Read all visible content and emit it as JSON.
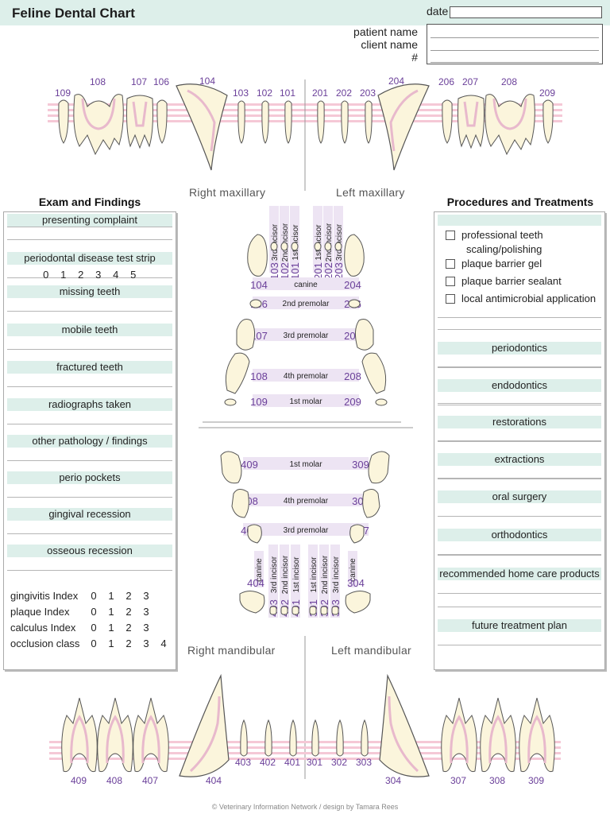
{
  "header": {
    "title": "Feline Dental Chart",
    "date_label": "date",
    "patient_name_label": "patient name",
    "client_name_label": "client name",
    "number_label": "#"
  },
  "regions": {
    "right_maxillary": "Right maxillary",
    "left_maxillary": "Left maxillary",
    "right_mandibular": "Right mandibular",
    "left_mandibular": "Left mandibular"
  },
  "upper_teeth_numbers": [
    "109",
    "108",
    "107",
    "106",
    "104",
    "103",
    "102",
    "101",
    "201",
    "202",
    "203",
    "204",
    "206",
    "207",
    "208",
    "209"
  ],
  "lower_teeth_numbers": [
    "409",
    "408",
    "407",
    "404",
    "403",
    "402",
    "401",
    "301",
    "302",
    "303",
    "304",
    "307",
    "308",
    "309"
  ],
  "occlusal_upper": {
    "incisors_right": [
      {
        "num": "103",
        "label": "3rd incisor"
      },
      {
        "num": "102",
        "label": "2nd incisor"
      },
      {
        "num": "101",
        "label": "1st incisor"
      }
    ],
    "incisors_left": [
      {
        "num": "201",
        "label": "1st incisor"
      },
      {
        "num": "202",
        "label": "2nd incisor"
      },
      {
        "num": "203",
        "label": "3rd incisor"
      }
    ],
    "rows": [
      {
        "left": "104",
        "label": "canine",
        "right": "204"
      },
      {
        "left": "106",
        "label": "2nd premolar",
        "right": "206"
      },
      {
        "left": "107",
        "label": "3rd premolar",
        "right": "207"
      },
      {
        "left": "108",
        "label": "4th premolar",
        "right": "208"
      },
      {
        "left": "109",
        "label": "1st molar",
        "right": "209"
      }
    ]
  },
  "occlusal_lower": {
    "rows": [
      {
        "left": "409",
        "label": "1st molar",
        "right": "309"
      },
      {
        "left": "408",
        "label": "4th premolar",
        "right": "308"
      },
      {
        "left": "407",
        "label": "3rd premolar",
        "right": "307"
      }
    ],
    "canine_left": {
      "num": "404",
      "label": "canine"
    },
    "canine_right": {
      "num": "304",
      "label": "canine"
    },
    "incisors_right": [
      {
        "num": "403",
        "label": "3rd incisor"
      },
      {
        "num": "402",
        "label": "2nd incisor"
      },
      {
        "num": "401",
        "label": "1st incisor"
      }
    ],
    "incisors_left": [
      {
        "num": "301",
        "label": "1st incisor"
      },
      {
        "num": "302",
        "label": "2nd incisor"
      },
      {
        "num": "303",
        "label": "3rd incisor"
      }
    ]
  },
  "exam": {
    "heading": "Exam and Findings",
    "rows": [
      "presenting complaint",
      "periodontal disease test strip",
      "missing teeth",
      "mobile teeth",
      "fractured teeth",
      "radiographs taken",
      "other pathology / findings",
      "perio pockets",
      "gingival recession",
      "osseous recession"
    ],
    "test_strip_scale": [
      "0",
      "1",
      "2",
      "3",
      "4",
      "5"
    ],
    "indices": [
      {
        "label": "gingivitis Index",
        "values": [
          "0",
          "1",
          "2",
          "3"
        ]
      },
      {
        "label": "plaque Index",
        "values": [
          "0",
          "1",
          "2",
          "3"
        ]
      },
      {
        "label": "calculus Index",
        "values": [
          "0",
          "1",
          "2",
          "3"
        ]
      },
      {
        "label": "occlusion class",
        "values": [
          "0",
          "1",
          "2",
          "3",
          "4"
        ]
      }
    ]
  },
  "procedures": {
    "heading": "Procedures and Treatments",
    "checkboxes": [
      "professional teeth",
      "plaque barrier gel",
      "plaque barrier sealant",
      "local antimicrobial application"
    ],
    "checkbox_continuation": "scaling/polishing",
    "sections": [
      "periodontics",
      "endodontics",
      "restorations",
      "extractions",
      "oral surgery",
      "orthodontics",
      "recommended home care products",
      "future treatment plan"
    ]
  },
  "colors": {
    "band": "#ddefea",
    "number": "#6a3f99",
    "tooth_fill": "#fbf5dc",
    "tooth_pulp": "#e8b9cc",
    "gum_stripe": "#f5c8d6"
  },
  "footer": "© Veterinary Information Network / design by Tamara Rees"
}
